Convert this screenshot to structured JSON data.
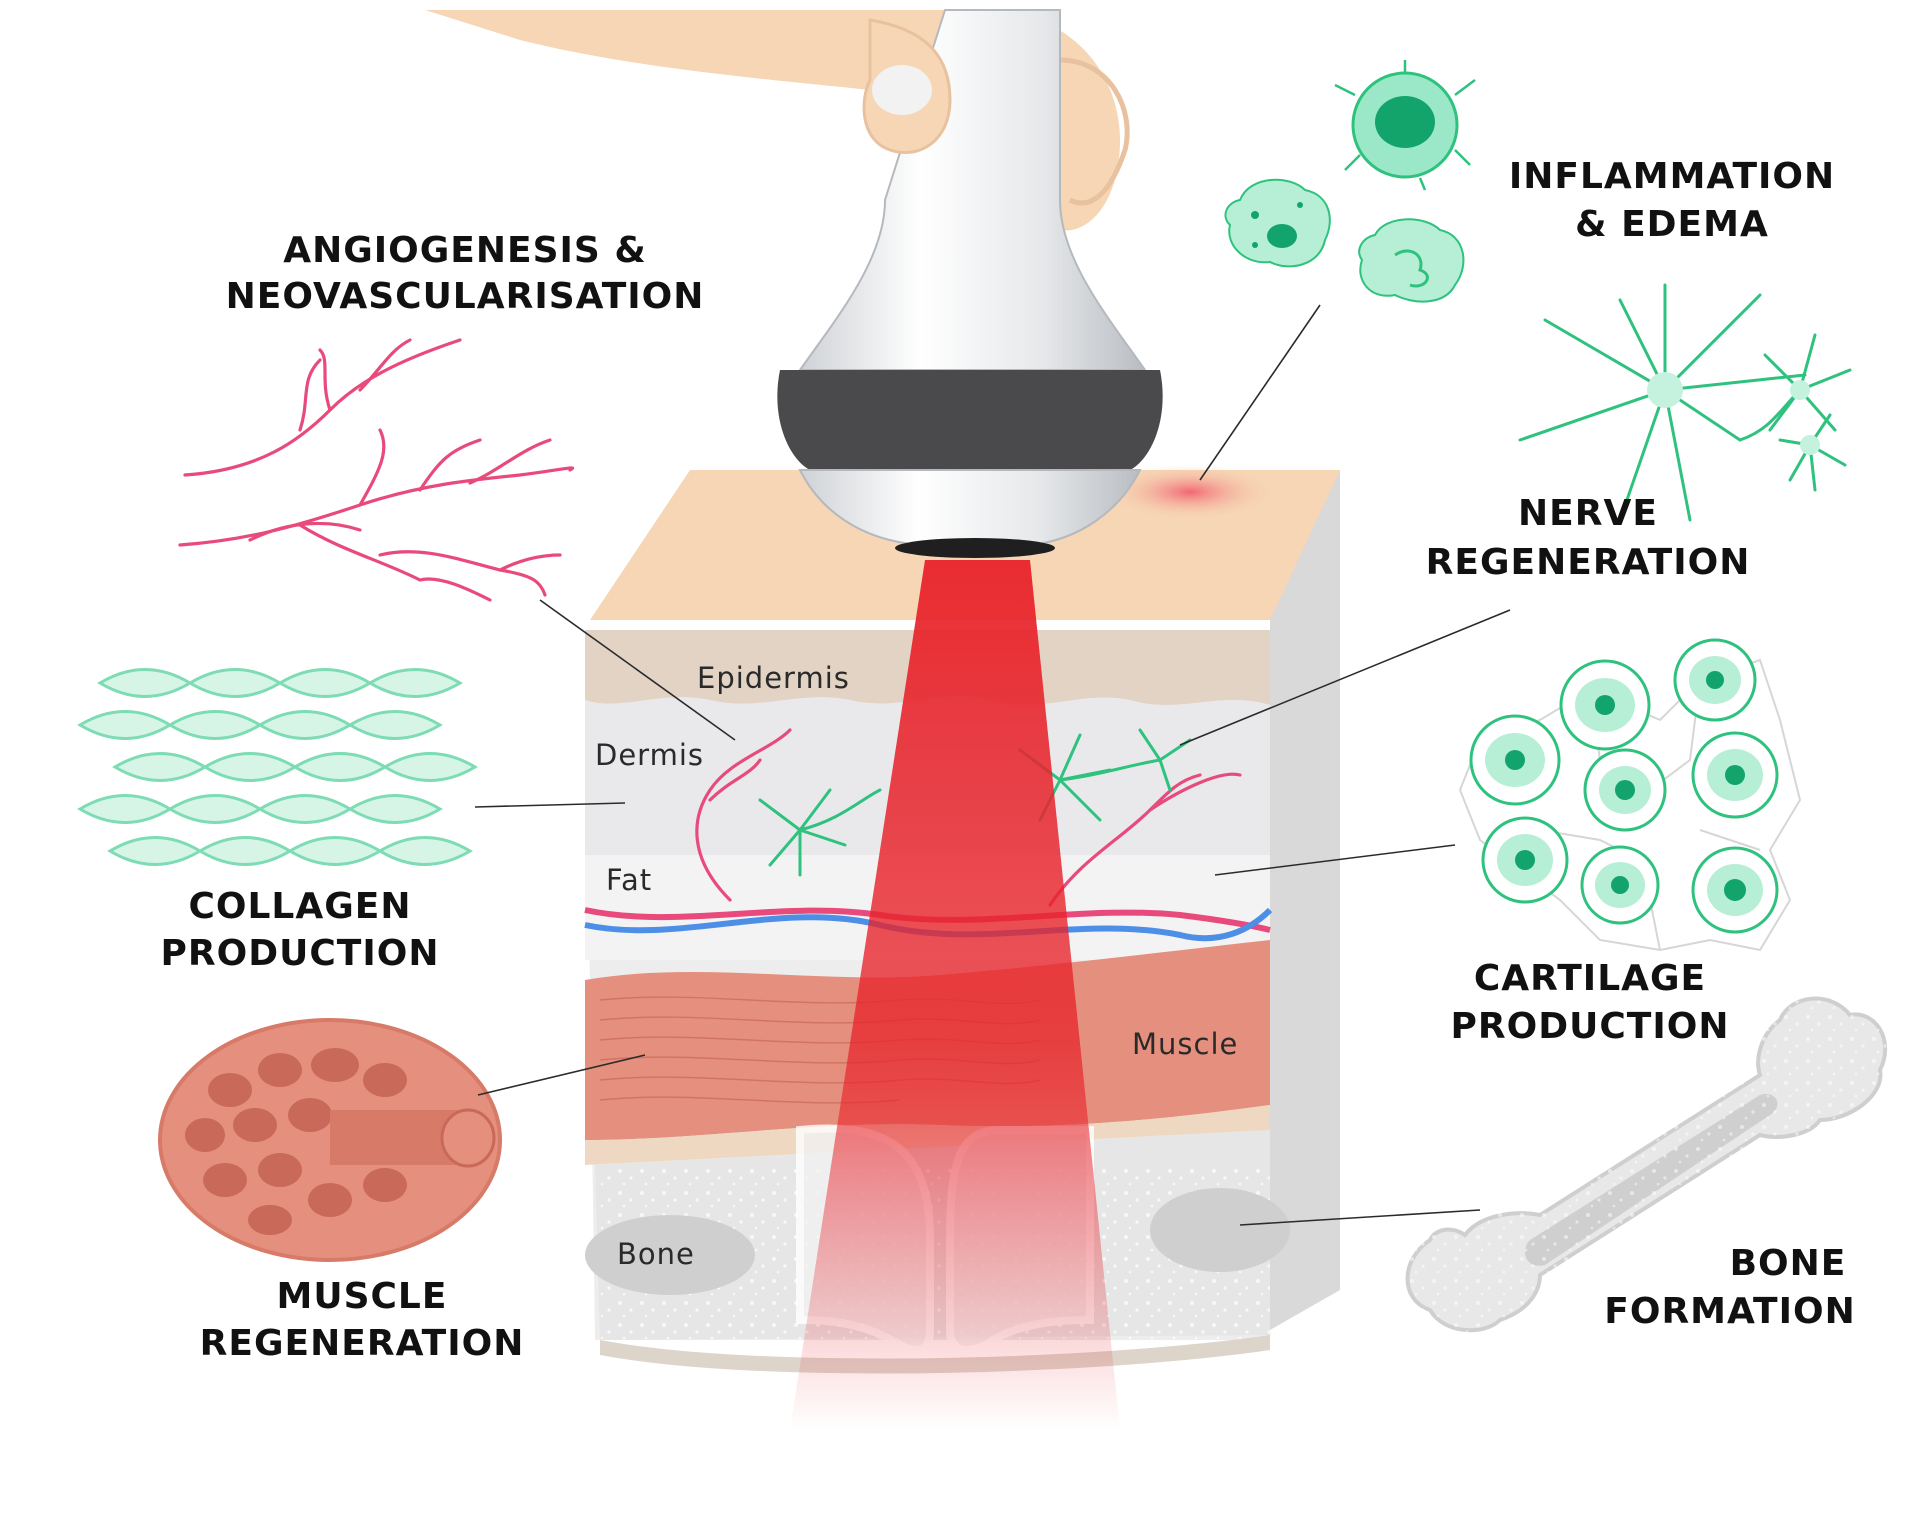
{
  "labels": {
    "angiogenesis": [
      "ANGIOGENESIS &",
      "NEOVASCULARISATION"
    ],
    "inflammation": [
      "INFLAMMATION",
      "& EDEMA"
    ],
    "nerve": [
      "NERVE",
      "REGENERATION"
    ],
    "collagen": [
      "COLLAGEN",
      "PRODUCTION"
    ],
    "cartilage": [
      "CARTILAGE",
      "PRODUCTION"
    ],
    "muscle": [
      "MUSCLE",
      "REGENERATION"
    ],
    "bone": [
      "BONE",
      "FORMATION"
    ]
  },
  "layers": {
    "epidermis": "Epidermis",
    "dermis": "Dermis",
    "fat": "Fat",
    "muscle": "Muscle",
    "bone": "Bone"
  },
  "colors": {
    "skin": "#f6d6b4",
    "beam": "#e8232b",
    "vessel_red": "#e84a7c",
    "vessel_blue": "#4d8fe6",
    "cell_green": "#2ec27e",
    "muscle": "#e58f7e",
    "bone": "#e6e6e6"
  },
  "icons": {
    "device": "laser-probe-icon",
    "hand": "hand-icon",
    "vessels": "blood-vessel-icon",
    "cells": "immune-cell-icon",
    "nerve_cells": "nerve-cell-icon",
    "collagen": "collagen-fiber-icon",
    "cartilage": "cartilage-cell-icon",
    "muscle": "muscle-fiber-icon",
    "bone": "bone-icon"
  }
}
